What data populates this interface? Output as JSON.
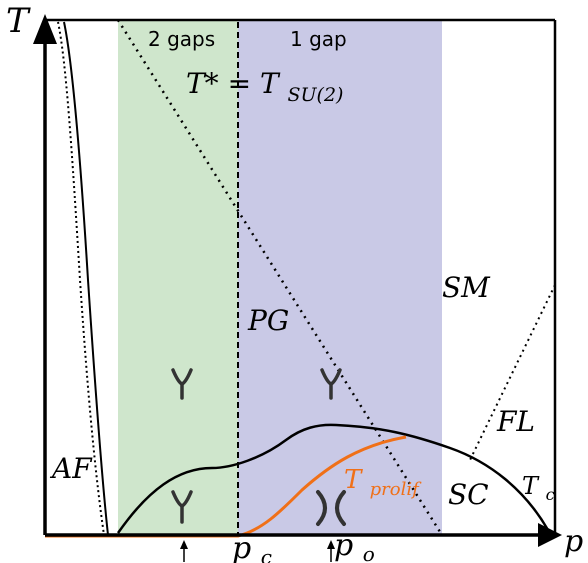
{
  "axes": {
    "y_label": "T",
    "x_label": "p"
  },
  "bands": {
    "two_gaps": {
      "label": "2 gaps",
      "color": "#cfe6cc"
    },
    "one_gap": {
      "label": "1 gap",
      "color": "#c9c9e6"
    }
  },
  "labels": {
    "t_star": "T* = T",
    "t_star_sub": "SU(2)",
    "sm": "SM",
    "pg": "PG",
    "fl": "FL",
    "af": "AF",
    "sc": "SC",
    "tc": "T",
    "tc_sub": "c",
    "tprolif": "T",
    "tprolif_sub": "prolif",
    "pc": "p",
    "pc_sub": "c",
    "po": "p",
    "po_sub": "o"
  },
  "colors": {
    "tprolif_curve": "#f07018",
    "lines": "#000000"
  },
  "icons": {
    "fermi_arc_open": "y-shape-icon",
    "fermi_arc_crossed": "x-shape-icon"
  }
}
